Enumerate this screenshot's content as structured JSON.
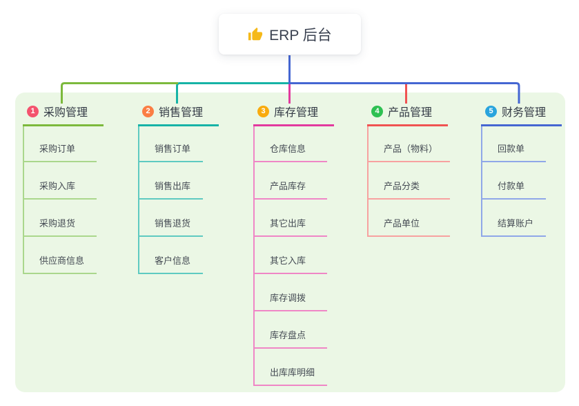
{
  "root_node": {
    "icon": "thumbs-up-icon",
    "label": "ERP 后台"
  },
  "colors": {
    "panel_bg": "#ebf7e5",
    "root_connector": "#4566d2",
    "icon_yellow": "#f5b919"
  },
  "branches": [
    {
      "num": "1",
      "label": "采购管理",
      "main_color": "#7cb93c",
      "light_color": "#aad78c",
      "badge_color": "#f4536e",
      "children": [
        "采购订单",
        "采购入库",
        "采购退货",
        "供应商信息"
      ]
    },
    {
      "num": "2",
      "label": "销售管理",
      "main_color": "#16b3a6",
      "light_color": "#5ecac1",
      "badge_color": "#fb7e44",
      "children": [
        "销售订单",
        "销售出库",
        "销售退货",
        "客户信息"
      ]
    },
    {
      "num": "3",
      "label": "库存管理",
      "main_color": "#e23a9e",
      "light_color": "#ef86c6",
      "badge_color": "#f9ab0e",
      "children": [
        "仓库信息",
        "产品库存",
        "其它出库",
        "其它入库",
        "库存调拨",
        "库存盘点",
        "出库库明细"
      ]
    },
    {
      "num": "4",
      "label": "产品管理",
      "main_color": "#f05352",
      "light_color": "#f7a1a0",
      "badge_color": "#2ec052",
      "children": [
        "产品（物料）",
        "产品分类",
        "产品单位"
      ]
    },
    {
      "num": "5",
      "label": "财务管理",
      "main_color": "#4566d2",
      "light_color": "#8fa7e8",
      "badge_color": "#29a4dd",
      "children": [
        "回款单",
        "付款单",
        "结算账户"
      ]
    }
  ]
}
